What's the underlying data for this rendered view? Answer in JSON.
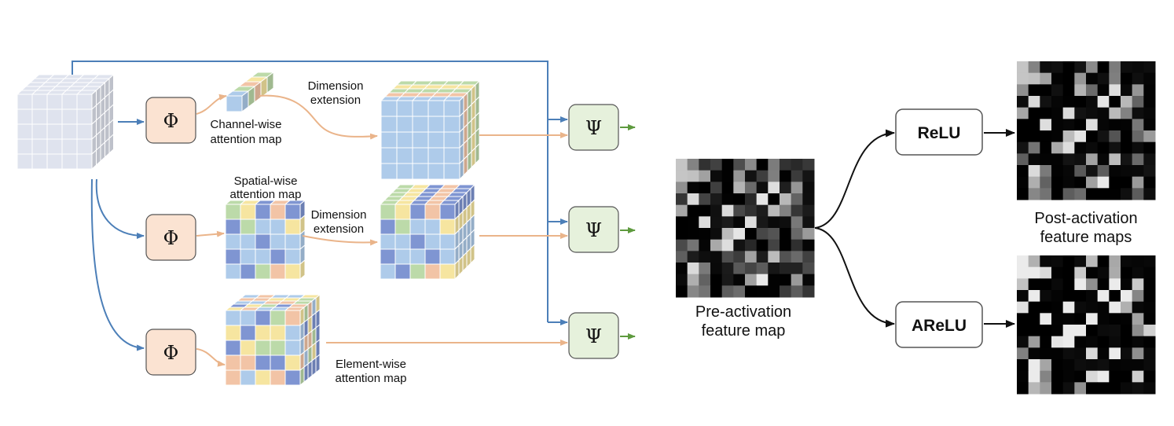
{
  "diagram": {
    "labels": {
      "channel_map": [
        "Channel-wise",
        "attention map"
      ],
      "dim_ext_1": [
        "Dimension",
        "extension"
      ],
      "spatial_map": [
        "Spatial-wise",
        "attention map"
      ],
      "dim_ext_2": [
        "Dimension",
        "extension"
      ],
      "element_map": [
        "Element-wise",
        "attention map"
      ],
      "pre_activation": [
        "Pre-activation",
        "feature map"
      ],
      "post_activation": [
        "Post-activation",
        "feature maps"
      ]
    },
    "phi_symbol": "Φ",
    "psi_symbol": "Ψ",
    "relu_label": "ReLU",
    "arelu_label": "AReLU",
    "colors": {
      "input_cube": "#dfe3ee",
      "blue": "#aecbea",
      "yellow": "#f6e5a0",
      "green": "#bcdaa9",
      "orange": "#f2c4a6",
      "navy": "#7f95d2",
      "phi_fill": "#fbe3d2",
      "psi_fill": "#e6f1dc",
      "blue_arrow": "#4c7fb8",
      "orange_arrow": "#eab48a",
      "green_arrow": "#5e9a3e"
    }
  }
}
